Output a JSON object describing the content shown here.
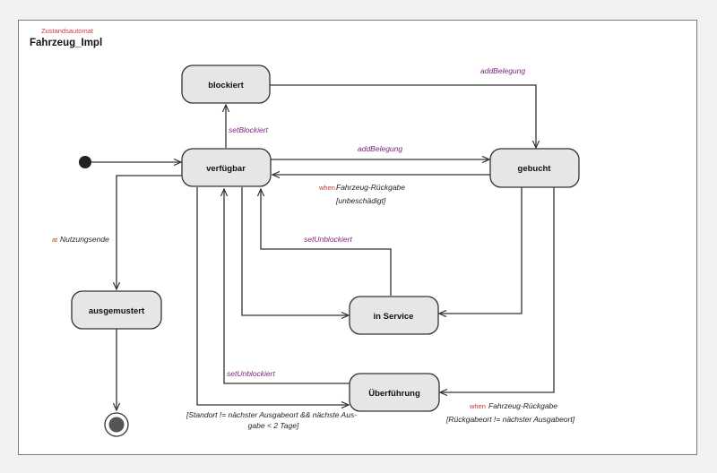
{
  "diagram": {
    "stereotype": "Zustandsautomat",
    "title": "Fahrzeug_Impl",
    "states": {
      "blockiert": "blockiert",
      "verfuegbar": "verfügbar",
      "gebucht": "gebucht",
      "ausgemustert": "ausgemustert",
      "in_service": "in Service",
      "ueberfuehrung": "Überführung"
    },
    "transitions": {
      "add_belegung_top": "addBelegung",
      "set_blockiert": "setBlockiert",
      "add_belegung_mid": "addBelegung",
      "when_keyword_1": "when",
      "rueckgabe_event_1": "Fahrzeug-Rückgabe",
      "guard_unbeschaedigt": "[unbeschädigt]",
      "set_unblockiert_1": "setUnblockiert",
      "at_keyword": "at",
      "nutzungsende": "Nutzungsende",
      "set_unblockiert_2": "setUnblockiert",
      "guard_standort_line1": "[Standort != nächster Ausgabeort && nächste Aus-",
      "guard_standort_line2": "gabe < 2 Tage]",
      "when_keyword_2": "when",
      "rueckgabe_event_2": "Fahrzeug-Rückgabe",
      "guard_rueckgabeort": "[Rückgabeort != nächster Ausgabeort]"
    },
    "colors": {
      "stereotype": "#d9363e",
      "keyword": "#c0392b",
      "action": "#7b1f7e",
      "state_fill": "#e6e6e6",
      "state_stroke": "#333333",
      "edge": "#333333"
    }
  }
}
